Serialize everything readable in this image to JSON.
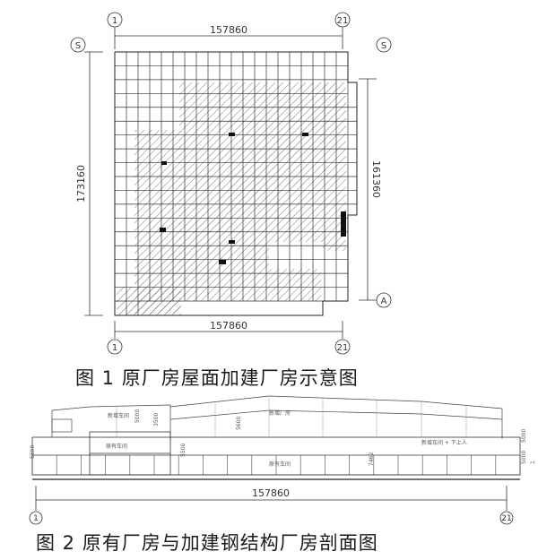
{
  "figure1": {
    "caption": "图 1  原厂房屋面加建厂房示意图",
    "dim_top": "157860",
    "dim_bottom": "157860",
    "dim_left": "173160",
    "dim_right": "161360",
    "axis_top_left": "1",
    "axis_top_right": "21",
    "axis_bottom_left": "1",
    "axis_bottom_right": "21",
    "axis_left_top": "S",
    "axis_right_top": "S",
    "axis_right_bottom": "A"
  },
  "figure2": {
    "caption": "图 2  原有厂房与加建钢结构厂房剖面图",
    "dim_total": "157860",
    "axis_left": "1",
    "axis_right": "21",
    "heights": [
      "5500",
      "5000",
      "3500",
      "5500",
      "5600",
      "7462",
      "5000",
      "5000",
      "1"
    ],
    "room_labels": [
      "原有车间",
      "新增车间",
      "新增厂房",
      "原有车间",
      "新增车间 + 下上人"
    ]
  }
}
